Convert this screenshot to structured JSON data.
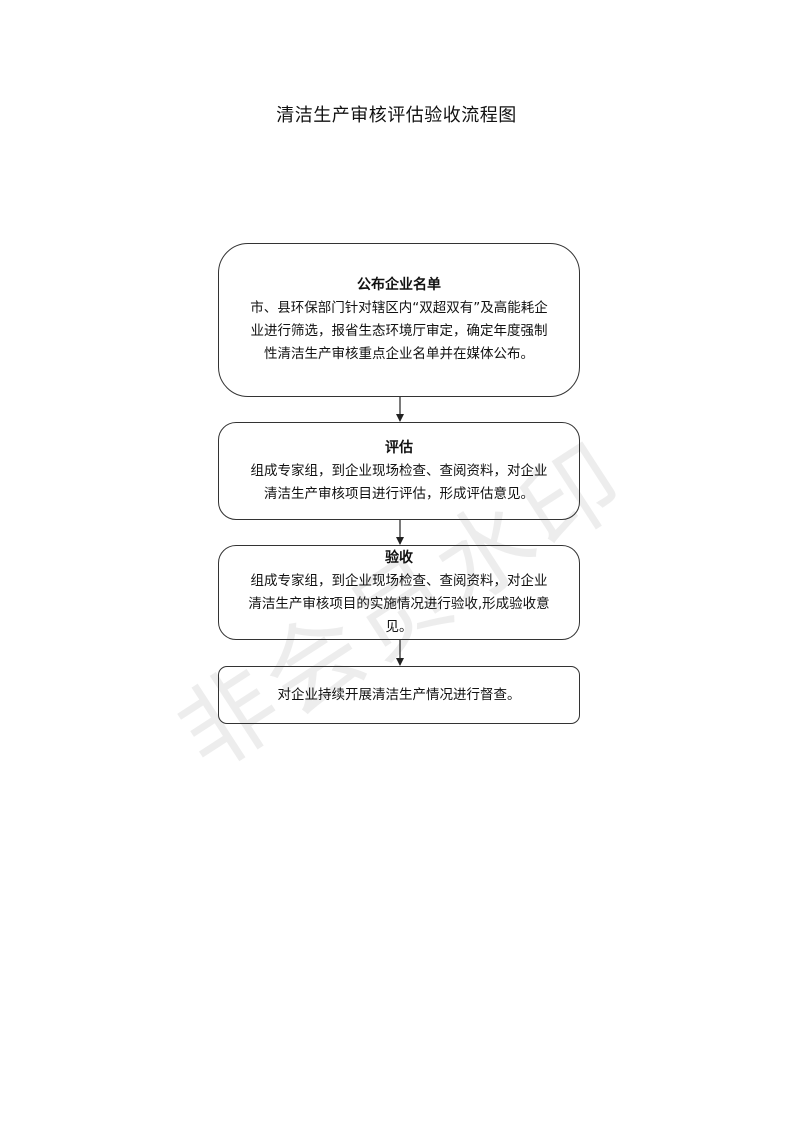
{
  "document": {
    "title": "清洁生产审核评估验收流程图",
    "watermark": "非会员水印"
  },
  "flow": {
    "steps": [
      {
        "heading": "公布企业名单",
        "body": "市、县环保部门针对辖区内“双超双有”及高能耗企业进行筛选，报省生态环境厅审定，确定年度强制性清洁生产审核重点企业名单并在媒体公布。"
      },
      {
        "heading": "评估",
        "body": "组成专家组，到企业现场检查、查阅资料，对企业清洁生产审核项目进行评估，形成评估意见。"
      },
      {
        "heading": "验收",
        "body": "组成专家组，到企业现场检查、查阅资料，对企业清洁生产审核项目的实施情况进行验收,形成验收意见。"
      },
      {
        "body": "对企业持续开展清洁生产情况进行督查。"
      }
    ]
  },
  "colors": {
    "line": "#333333",
    "text": "#111111"
  }
}
